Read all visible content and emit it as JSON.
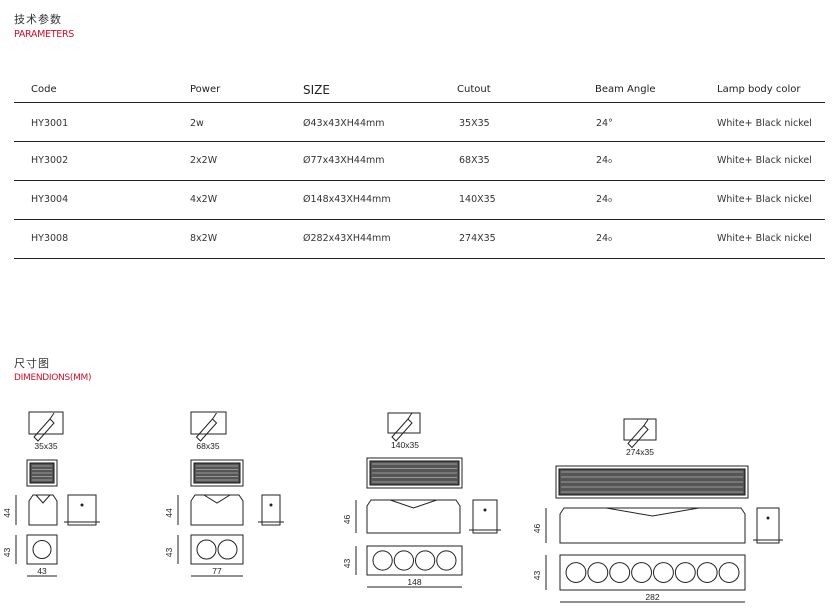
{
  "parameters": {
    "title_cn": "技术参数",
    "title_en": "PARAMETERS",
    "columns": [
      "Code",
      "Power",
      "SIZE",
      "Cutout",
      "Beam Angle",
      "Lamp body color"
    ],
    "rows": [
      [
        "HY3001",
        "2w",
        "Ø43x43XH44mm",
        "35X35",
        "24°",
        "White+ Black nickel"
      ],
      [
        "HY3002",
        "2x2W",
        "Ø77x43XH44mm",
        "68X35",
        "24₀",
        "White+ Black nickel"
      ],
      [
        "HY3004",
        "4x2W",
        "Ø148x43XH44mm",
        "140X35",
        "24₀",
        "White+ Black nickel"
      ],
      [
        "HY3008",
        "8x2W",
        "Ø282x43XH44mm",
        "274X35",
        "24₀",
        "White+ Black nickel"
      ]
    ]
  },
  "dimensions": {
    "title_cn": "尺寸图",
    "title_en": "DIMENDIONS(MM)",
    "drawings": [
      {
        "cutout": "35x35",
        "height": "44",
        "depth": "43",
        "width": "43",
        "lamps": 1
      },
      {
        "cutout": "68x35",
        "height": "44",
        "depth": "43",
        "width": "77",
        "lamps": 2
      },
      {
        "cutout": "140x35",
        "height": "46",
        "depth": "43",
        "width": "148",
        "lamps": 4
      },
      {
        "cutout": "274x35",
        "height": "46",
        "depth": "43",
        "width": "282",
        "lamps": 8
      }
    ]
  }
}
